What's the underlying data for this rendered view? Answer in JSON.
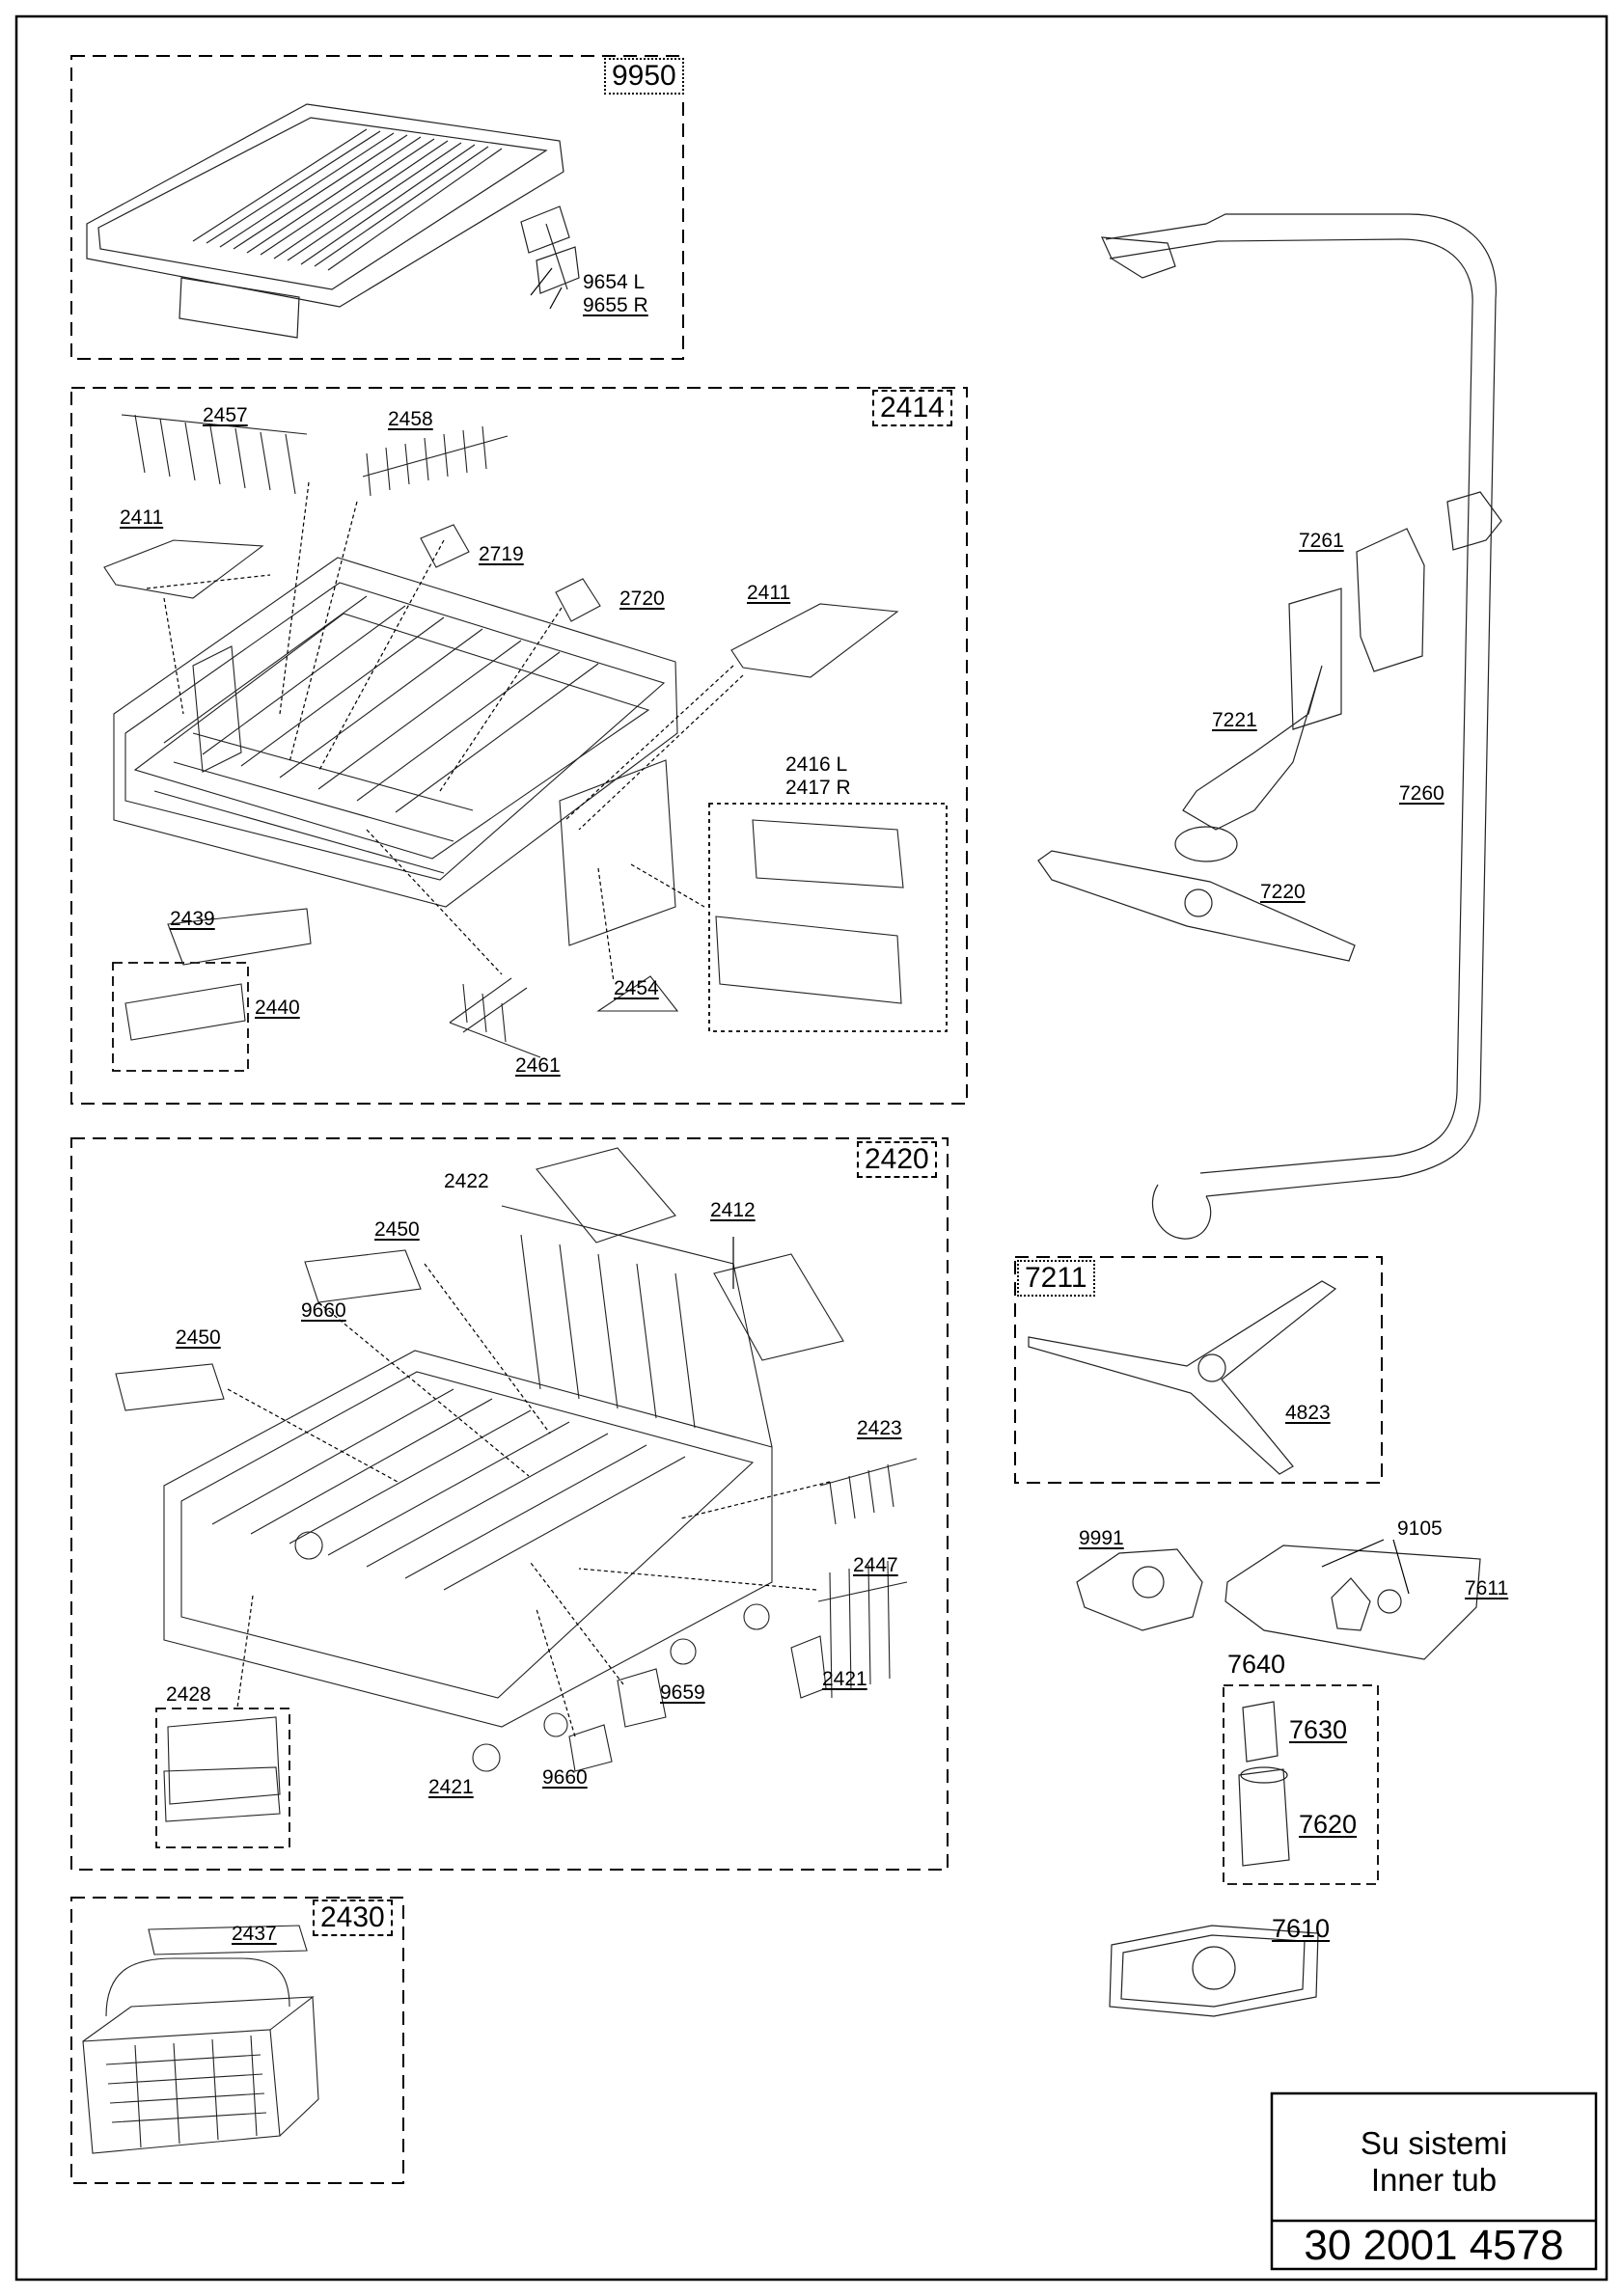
{
  "sections": {
    "s9950": {
      "code": "9950"
    },
    "s2414": {
      "code": "2414"
    },
    "s2420": {
      "code": "2420"
    },
    "s2430": {
      "code": "2430"
    },
    "s7211": {
      "code": "7211"
    }
  },
  "labels": {
    "l9654": "9654 L",
    "l9655": "9655 R",
    "l2457": "2457",
    "l2458": "2458",
    "l2411a": "2411",
    "l2719": "2719",
    "l2720": "2720",
    "l2411b": "2411",
    "l2416": "2416 L",
    "l2417": "2417 R",
    "l2439": "2439",
    "l2440": "2440",
    "l2454": "2454",
    "l2461": "2461",
    "l2422": "2422",
    "l2412": "2412",
    "l2450a": "2450",
    "l9660a": "9660",
    "l2450b": "2450",
    "l2423": "2423",
    "l2447": "2447",
    "l2428": "2428",
    "l2421a": "2421",
    "l9659": "9659",
    "l9660b": "9660",
    "l2421b": "2421",
    "l2437": "2437",
    "l7261": "7261",
    "l7221": "7221",
    "l7260": "7260",
    "l7220": "7220",
    "l4823": "4823",
    "l9991": "9991",
    "l9105": "9105",
    "l7611": "7611",
    "l7640": "7640",
    "l7630": "7630",
    "l7620": "7620",
    "l7610": "7610"
  },
  "title_block": {
    "line1": "Su sistemi",
    "line2": "Inner tub",
    "code": "30 2001 4578"
  }
}
